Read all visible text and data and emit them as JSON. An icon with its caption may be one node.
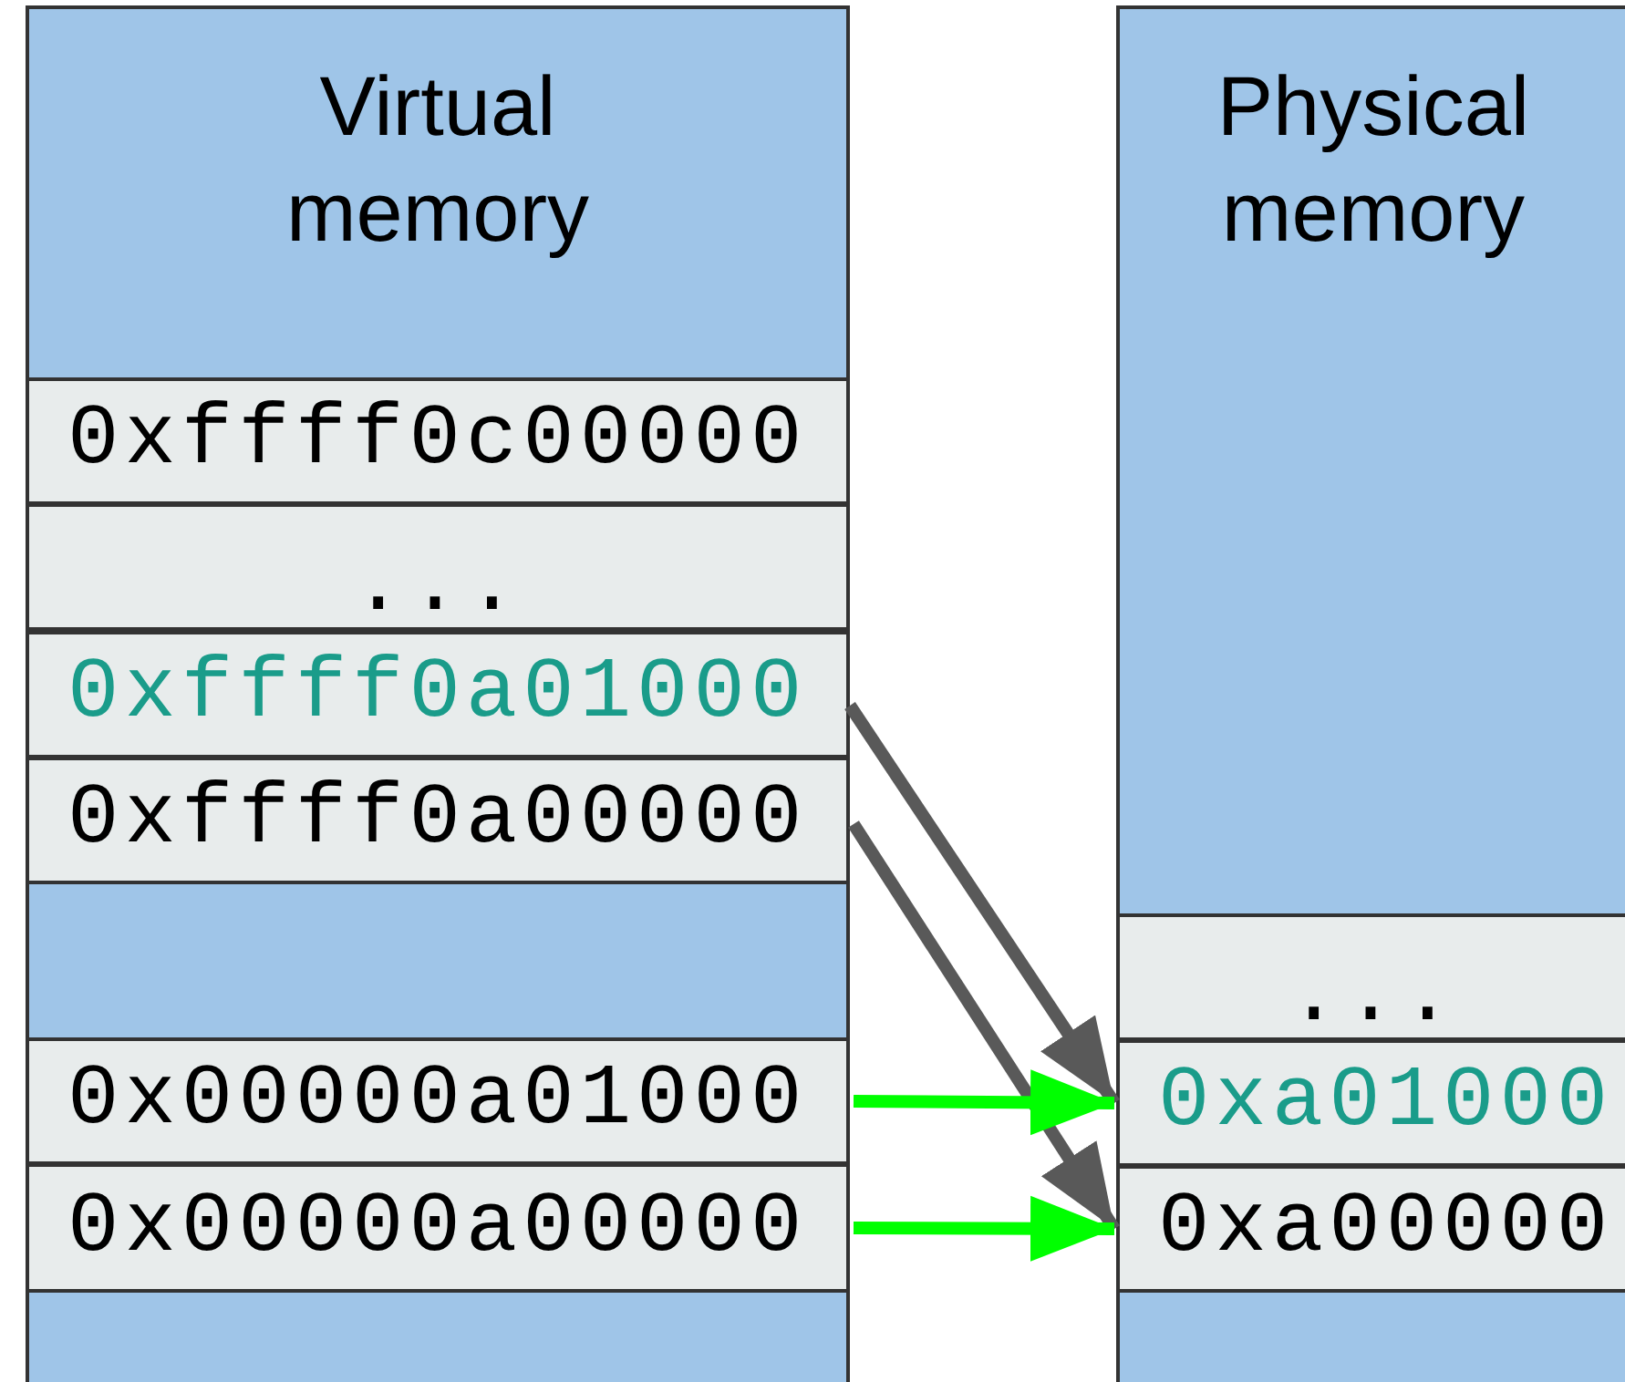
{
  "diagram": {
    "nodes": [
      {
        "text": [
          "Virtual memory"
        ]
      },
      {
        "text": [
          "0xffff0c00000"
        ],
        "in": 0
      },
      {
        "text": [
          "..."
        ],
        "in": 0
      },
      {
        "text": [
          "0xffff0a01000"
        ],
        "in": 0
      },
      {
        "text": [
          "0xffff0a00000"
        ],
        "in": 0
      },
      {
        "text": [
          "0x00000a01000"
        ],
        "in": 0
      },
      {
        "text": [
          "0x00000a00000"
        ],
        "in": 0
      },
      {
        "text": [
          "Physical memory"
        ]
      },
      {
        "text": [
          "..."
        ],
        "in": 7
      },
      {
        "text": [
          "0xa01000"
        ],
        "in": 7
      },
      {
        "text": [
          "0xa00000"
        ],
        "in": 7
      }
    ],
    "edges": [
      {
        "from": 3,
        "to": 9,
        "arrow": "to",
        "color": "#595959"
      },
      {
        "from": 4,
        "to": 10,
        "arrow": "to",
        "color": "#595959"
      },
      {
        "from": 5,
        "to": 9,
        "arrow": "to",
        "color": "#00ff00"
      },
      {
        "from": 6,
        "to": 10,
        "arrow": "to",
        "color": "#00ff00"
      }
    ]
  }
}
